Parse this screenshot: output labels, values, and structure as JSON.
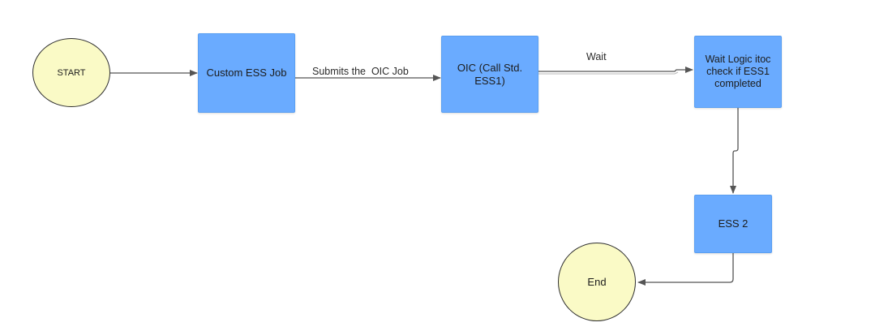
{
  "diagram": {
    "type": "flowchart",
    "colors": {
      "process_fill": "#6aabff",
      "terminal_fill": "#fafac6",
      "line": "#555555"
    },
    "nodes": {
      "start": {
        "label": "START",
        "shape": "circle"
      },
      "custom_ess_job": {
        "label": "Custom ESS Job",
        "shape": "rectangle"
      },
      "oic": {
        "label": "OIC (Call Std. ESS1)",
        "shape": "rectangle"
      },
      "wait_logic": {
        "label": "Wait Logic itoc check if ESS1 completed",
        "shape": "rectangle"
      },
      "ess2": {
        "label": "ESS 2",
        "shape": "rectangle"
      },
      "end": {
        "label": "End",
        "shape": "circle"
      }
    },
    "edges": [
      {
        "from": "start",
        "to": "custom_ess_job",
        "label": ""
      },
      {
        "from": "custom_ess_job",
        "to": "oic",
        "label": "Submits the  OIC Job"
      },
      {
        "from": "oic",
        "to": "wait_logic",
        "label": "Wait"
      },
      {
        "from": "wait_logic",
        "to": "ess2",
        "label": ""
      },
      {
        "from": "ess2",
        "to": "end",
        "label": ""
      }
    ]
  }
}
